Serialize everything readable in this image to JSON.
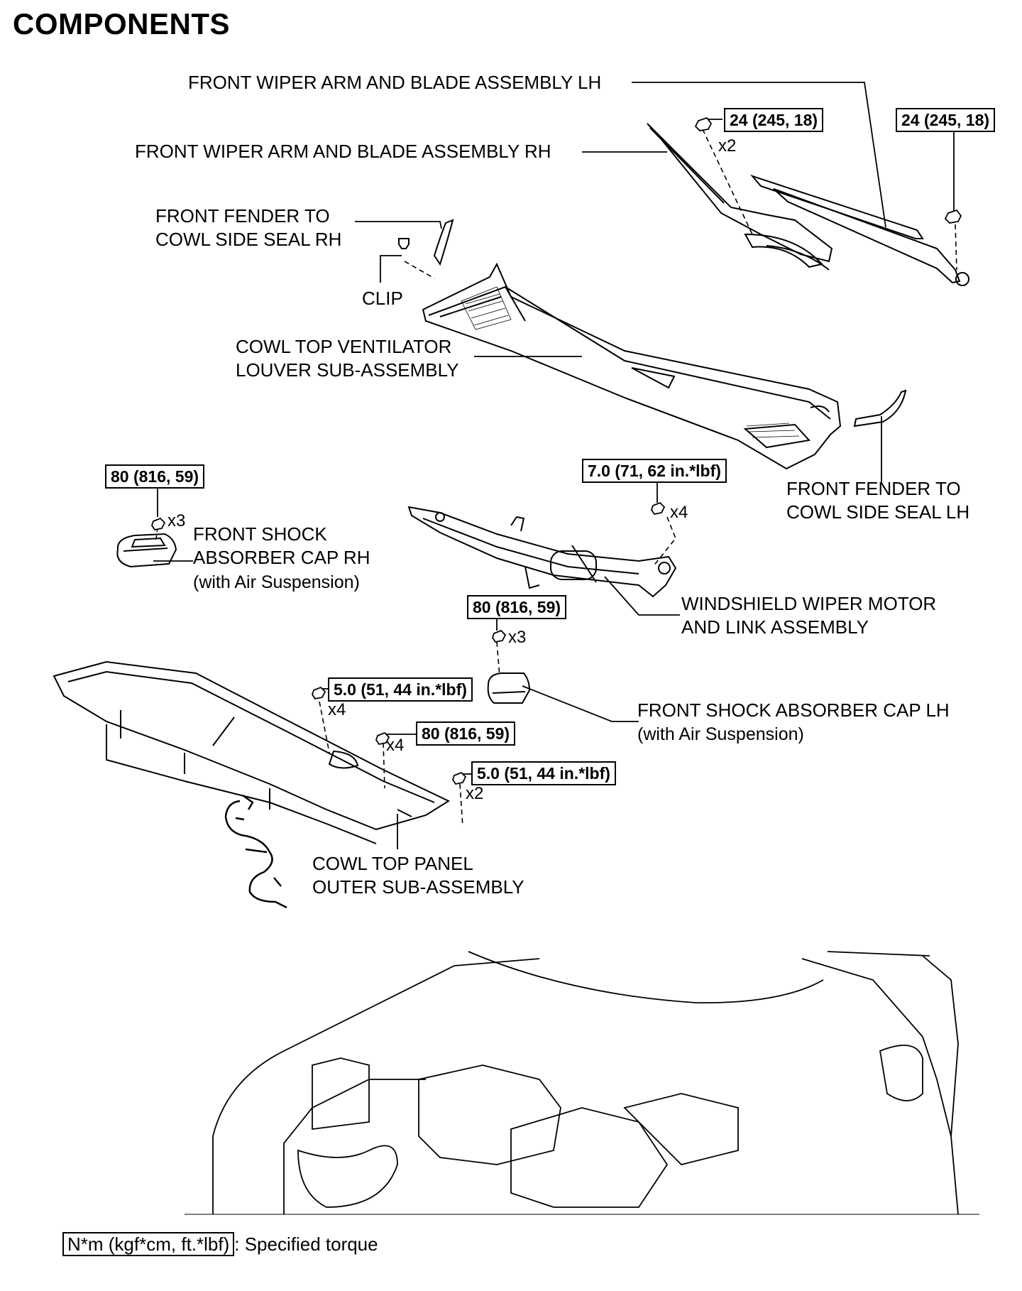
{
  "title": "COMPONENTS",
  "labels": {
    "wiper_lh": "FRONT WIPER ARM AND BLADE ASSEMBLY LH",
    "wiper_rh": "FRONT WIPER ARM AND BLADE ASSEMBLY RH",
    "seal_rh_1": "FRONT FENDER TO",
    "seal_rh_2": "COWL SIDE SEAL RH",
    "clip": "CLIP",
    "louver_1": "COWL TOP VENTILATOR",
    "louver_2": "LOUVER SUB-ASSEMBLY",
    "seal_lh_1": "FRONT FENDER TO",
    "seal_lh_2": "COWL SIDE SEAL LH",
    "shock_rh_1": "FRONT SHOCK",
    "shock_rh_2": "ABSORBER CAP RH",
    "shock_rh_3": "(with Air Suspension)",
    "motor_1": "WINDSHIELD WIPER MOTOR",
    "motor_2": "AND LINK ASSEMBLY",
    "shock_lh_1": "FRONT SHOCK ABSORBER CAP LH",
    "shock_lh_2": "(with Air Suspension)",
    "panel_1": "COWL TOP PANEL",
    "panel_2": "OUTER SUB-ASSEMBLY"
  },
  "torques": {
    "wiper_rh_nut": "24 (245, 18)",
    "wiper_lh_nut": "24 (245, 18)",
    "shock_rh_nut": "80 (816, 59)",
    "motor_bolt": "7.0 (71, 62 in.*lbf)",
    "shock_lh_nut": "80 (816, 59)",
    "panel_bolt_a": "5.0 (51, 44 in.*lbf)",
    "panel_nut": "80 (816, 59)",
    "panel_bolt_b": "5.0 (51, 44 in.*lbf)"
  },
  "quantities": {
    "wiper_nut": "x2",
    "shock_rh_nut": "x3",
    "motor_bolt": "x4",
    "shock_lh_nut": "x3",
    "panel_bolt_a": "x4",
    "panel_nut": "x4",
    "panel_bolt_b": "x2"
  },
  "legend": {
    "unit": "N*m (kgf*cm, ft.*lbf)",
    "text": ": Specified torque"
  }
}
